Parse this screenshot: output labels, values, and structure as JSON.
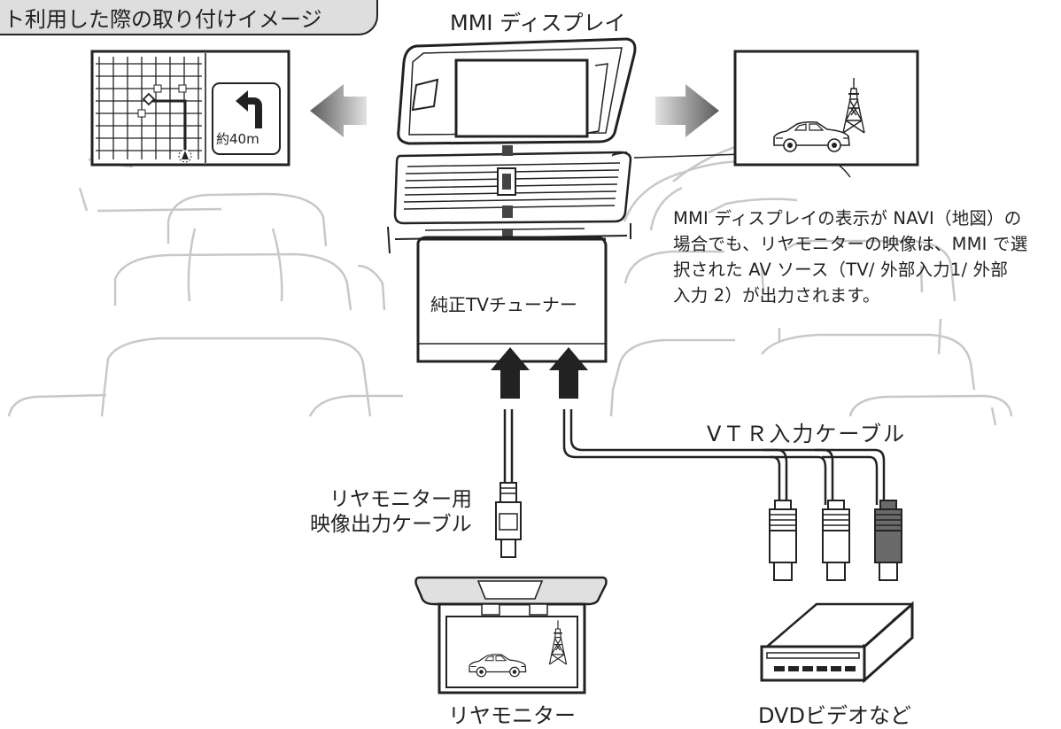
{
  "title": "ト利用した際の取り付けイメージ",
  "labels": {
    "mmi_display": "MMI ディスプレイ",
    "tuner": "純正TVチューナー",
    "vtr_cable": "VＴＲ入力ケーブル",
    "rear_monitor_cable_line1": "リヤモニター用",
    "rear_monitor_cable_line2": "映像出力ケーブル",
    "rear_monitor": "リヤモニター",
    "dvd_video": "DVDビデオなど",
    "nav_distance": "約40m"
  },
  "note_lines": [
    "MMI ディスプレイの表示が NAVI（地図）の",
    "場合でも、リヤモニターの映像は、MMI で選",
    "択された AV ソース（TV/ 外部入力1/ 外部",
    "入力 2）が出力されます。"
  ],
  "colors": {
    "line": "#222222",
    "arrow_gray": "#7a7a7a",
    "panel_gray": "#dedede",
    "seat_gray": "#c6c6c6",
    "connector_dark": "#707070"
  },
  "icons": [
    "turn-left-arrow-icon",
    "tower-icon",
    "car-icon",
    "dvd-player-icon"
  ]
}
